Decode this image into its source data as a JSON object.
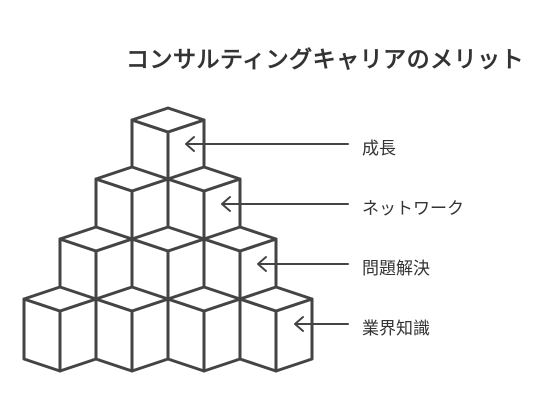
{
  "title": "コンサルティングキャリアのメリット",
  "labels": [
    "成長",
    "ネットワーク",
    "問題解決",
    "業界知識"
  ],
  "colors": {
    "stroke": "#444444",
    "fill": "#ffffff",
    "text": "#333333"
  }
}
